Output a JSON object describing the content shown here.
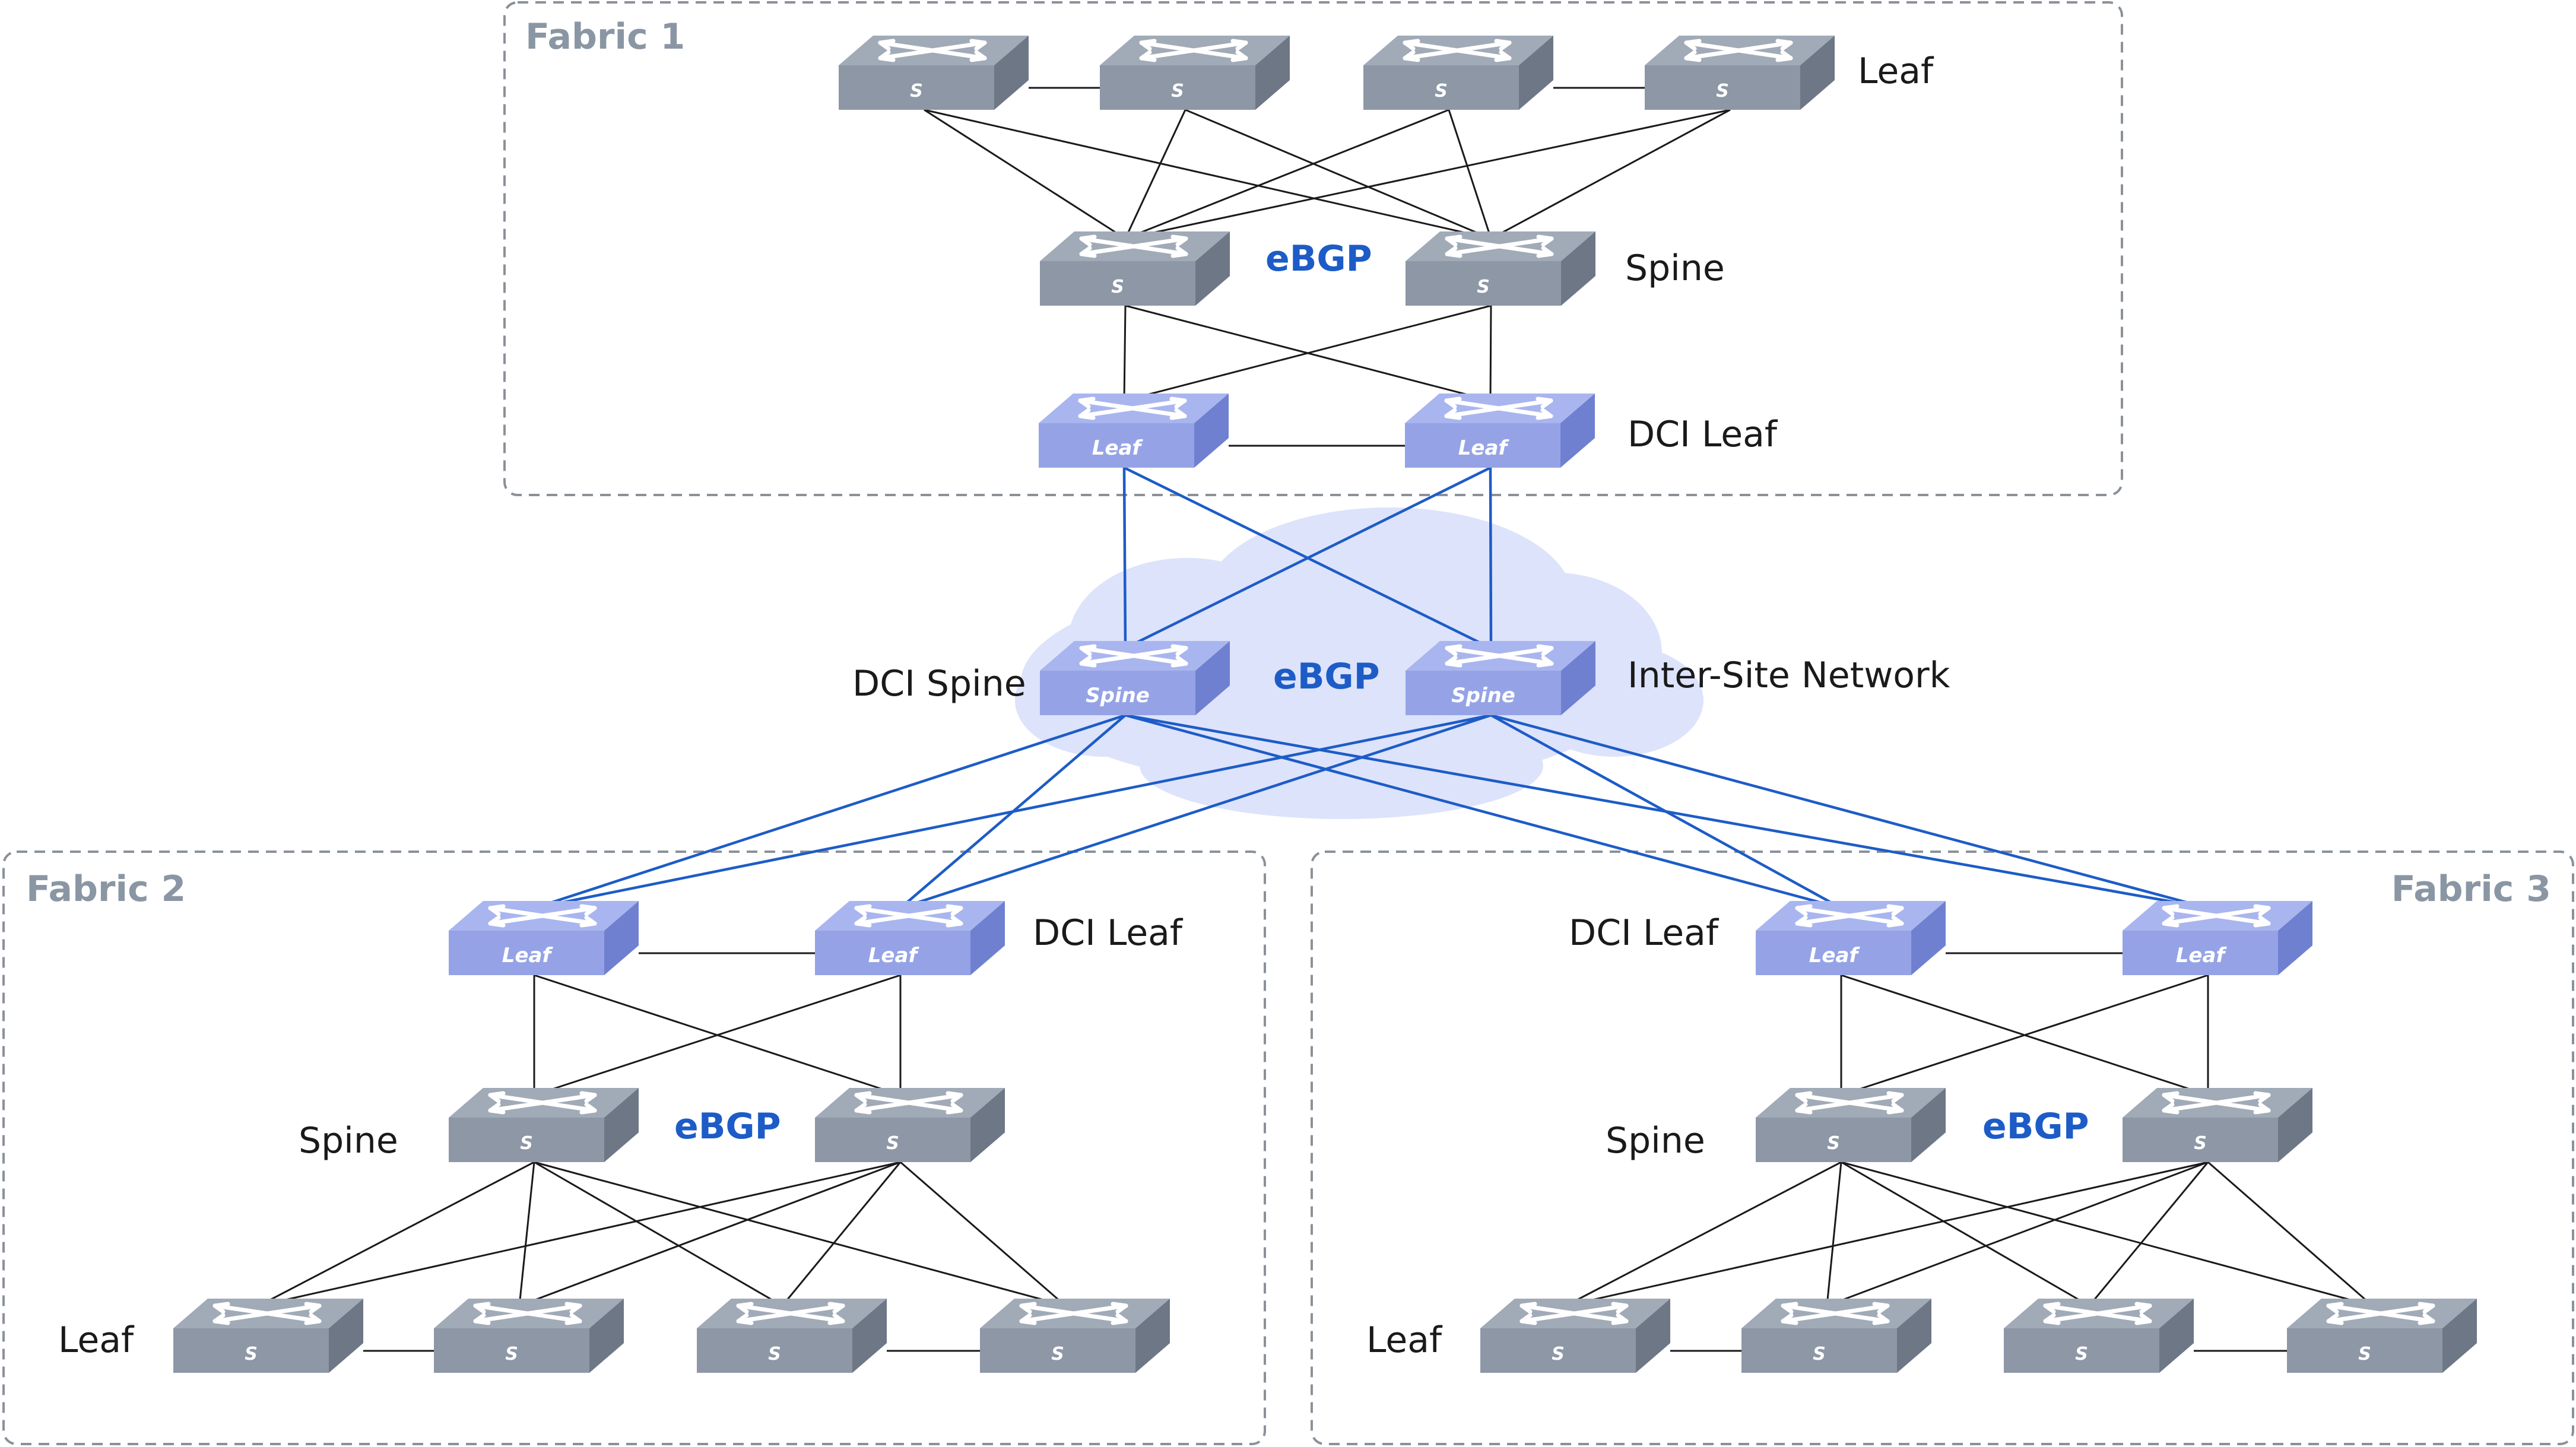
{
  "colors": {
    "gray_switch_top": "#a1aab7",
    "gray_switch_front": "#8d97a6",
    "gray_switch_side": "#6d7786",
    "blue_switch_top": "#a9b5ee",
    "blue_switch_front": "#95a3e6",
    "blue_switch_side": "#7080d0",
    "dci_link": "#1d5cc7",
    "internal_link": "#1a1a1a",
    "cloud": "#dde3fb",
    "fabric_border": "#8a9199",
    "fabric_title": "#8a96a3",
    "protocol_label": "#1d5cc7"
  },
  "fabrics": [
    {
      "id": "fabric1",
      "title": "Fabric 1",
      "title_align": "left"
    },
    {
      "id": "fabric2",
      "title": "Fabric 2",
      "title_align": "left"
    },
    {
      "id": "fabric3",
      "title": "Fabric 3",
      "title_align": "right"
    }
  ],
  "labels": {
    "f1_leaf": "Leaf",
    "f1_spine": "Spine",
    "f1_dcileaf": "DCI Leaf",
    "f1_ebgp": "eBGP",
    "isn_dcispine": "DCI Spine",
    "isn_ebgp": "eBGP",
    "isn_name": "Inter-Site Network",
    "f2_dcileaf": "DCI Leaf",
    "f2_spine": "Spine",
    "f2_ebgp": "eBGP",
    "f2_leaf": "Leaf",
    "f3_dcileaf": "DCI Leaf",
    "f3_spine": "Spine",
    "f3_ebgp": "eBGP",
    "f3_leaf": "Leaf"
  },
  "switch_text": {
    "s": "S",
    "leaf": "Leaf",
    "spine": "Spine"
  }
}
